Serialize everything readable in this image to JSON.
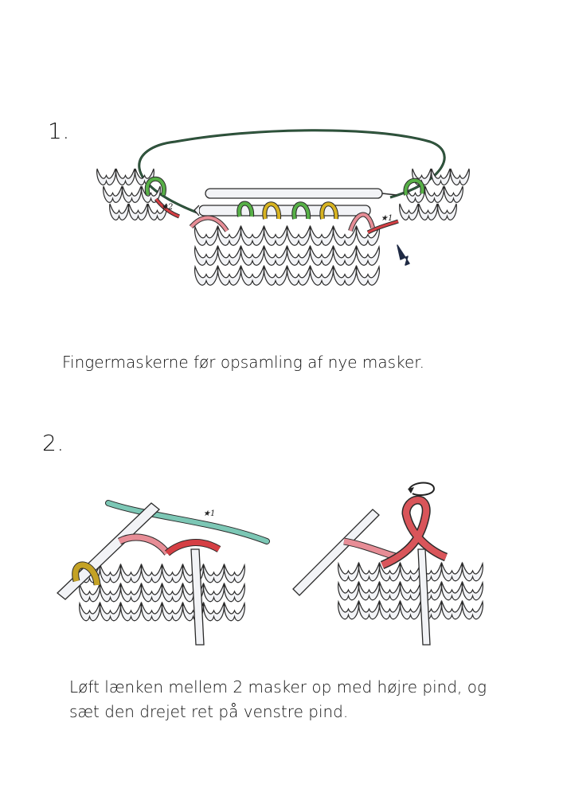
{
  "step1": {
    "number": "1.",
    "caption": "Fingermaskerne før opsamling af nye masker.",
    "label_star1": "★1",
    "label_star2": "★2"
  },
  "step2": {
    "number": "2.",
    "caption_line1": "Løft lænken mellem 2 masker op med højre pind, og",
    "caption_line2": "sæt den drejet ret på venstre pind.",
    "label_star1": "★1"
  },
  "colors": {
    "yarn_outline": "#2a2a2a",
    "yarn_fill": "#f2f3f6",
    "cable": "#1d3b2a",
    "green": "#57b047",
    "yellow": "#d7b321",
    "pink": "#e78d96",
    "red": "#d53f44",
    "mint": "#7cc7b5",
    "mustard": "#c4a225"
  }
}
